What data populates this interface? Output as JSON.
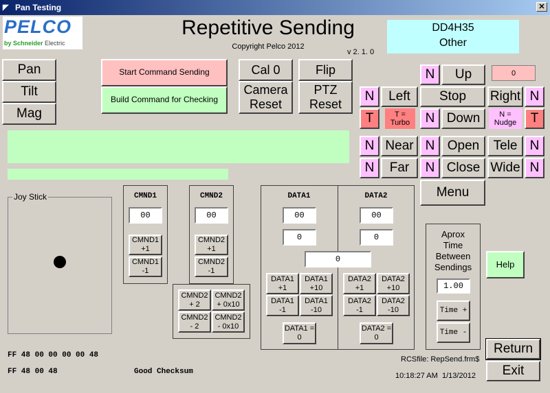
{
  "window": {
    "title": "Pan Testing",
    "close": "✕"
  },
  "logo": {
    "brand": "PELCO",
    "sub_prefix": "by ",
    "sub_brand": "Schneider",
    "sub_suffix": " Electric"
  },
  "header": {
    "title": "Repetitive Sending",
    "copyright": "Copyright Pelco 2012",
    "version": "v 2. 1. 0",
    "device_line1": "DD4H35",
    "device_line2": "Other"
  },
  "left_buttons": {
    "pan": "Pan",
    "tilt": "Tilt",
    "mag": "Mag"
  },
  "commands": {
    "start": "Start Command Sending",
    "build": "Build Command for Checking",
    "cal0": "Cal 0",
    "flip": "Flip",
    "camera_reset": "Camera Reset",
    "ptz_reset": "PTZ Reset"
  },
  "ptz": {
    "counter": "0",
    "n": "N",
    "t": "T",
    "up": "Up",
    "left": "Left",
    "stop": "Stop",
    "right": "Right",
    "down": "Down",
    "turbo_info": "T = Turbo",
    "nudge_info": "N = Nudge",
    "near": "Near",
    "open": "Open",
    "tele": "Tele",
    "far": "Far",
    "close": "Close",
    "wide": "Wide",
    "menu": "Menu"
  },
  "joystick": {
    "label": "Joy Stick"
  },
  "cmnd1": {
    "label": "CMND1",
    "value": "00",
    "plus": "CMND1 +1",
    "minus": "CMND1 -1"
  },
  "cmnd2": {
    "label": "CMND2",
    "value": "00",
    "plus": "CMND2 +1",
    "minus": "CMND2 -1",
    "plus2": "CMND2 + 2",
    "plus0x10": "CMND2 + 0x10",
    "minus2": "CMND2 - 2",
    "minus0x10": "CMND2 - 0x10"
  },
  "data1": {
    "label": "DATA1",
    "value_hex": "00",
    "value_dec": "0",
    "plus1": "DATA1 +1",
    "plus10": "DATA1 +10",
    "minus1": "DATA1 -1",
    "minus10": "DATA1 -10",
    "zero": "DATA1 = 0"
  },
  "data2": {
    "label": "DATA2",
    "value_hex": "00",
    "value_dec": "0",
    "plus1": "DATA2 +1",
    "plus10": "DATA2 +10",
    "minus1": "DATA2 -1",
    "minus10": "DATA2 -10",
    "zero": "DATA2 = 0"
  },
  "data_combined": "0",
  "timing": {
    "label": "Aprox Time Between Sendings",
    "value": "1.00",
    "plus": "Time +",
    "minus": "Time -"
  },
  "help": "Help",
  "return": "Return",
  "exit": "Exit",
  "status": {
    "command_line1": "FF 48 00 00 00 00 48",
    "command_line2": "FF 48 00 48",
    "checksum": "Good Checksum",
    "rcsfile": "RCSfile: RepSend.frm$",
    "time": "10:18:27 AM",
    "date": "1/13/2012"
  },
  "colors": {
    "pink": "#ffc0c0",
    "green": "#c0ffc0",
    "magenta": "#ffc0ff",
    "red": "#ff8080",
    "cyan": "#c0ffff"
  }
}
